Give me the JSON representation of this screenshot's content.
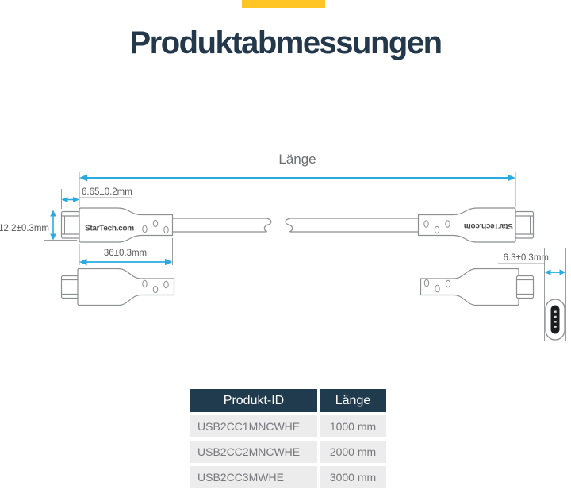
{
  "header": {
    "title": "Produktabmessungen",
    "accent_bar_color": "#FFC425"
  },
  "diagram": {
    "length_label": "Länge",
    "dim_tip_length": "6.65±0.2mm",
    "dim_height": "12.2±0.3mm",
    "dim_body_length": "36±0.3mm",
    "dim_thickness": "6.3±0.3mm",
    "brand_left": "StarTech.com",
    "brand_right": "StarTech.com",
    "colors": {
      "dimension_blue": "#29ABE2",
      "line_gray": "#8C8E90",
      "label_gray": "#58595B"
    }
  },
  "table": {
    "headers": [
      "Produkt-ID",
      "Länge"
    ],
    "rows": [
      {
        "product_id": "USB2CC1MNCWHE",
        "length": "1000 mm"
      },
      {
        "product_id": "USB2CC2MNCWHE",
        "length": "2000 mm"
      },
      {
        "product_id": "USB2CC3MWHE",
        "length": "3000 mm"
      }
    ]
  }
}
